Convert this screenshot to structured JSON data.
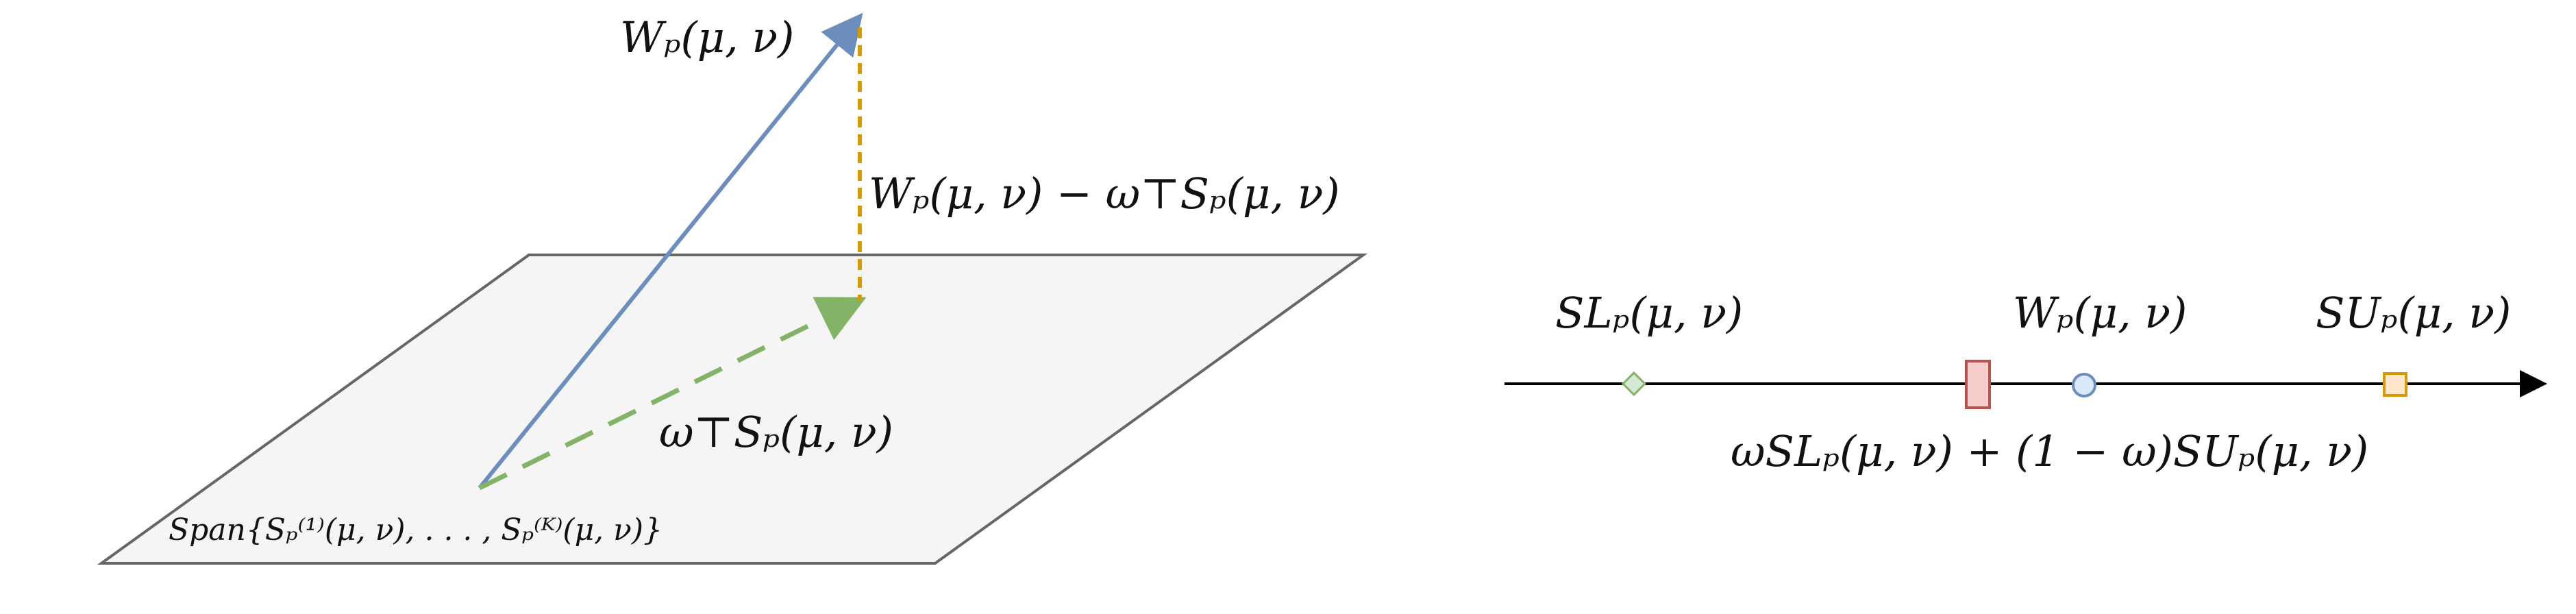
{
  "left_diagram": {
    "wp_label": "Wₚ(μ, ν)",
    "residual_label": "Wₚ(μ, ν) − ω⊤Sₚ(μ, ν)",
    "projection_label": "ω⊤Sₚ(μ, ν)",
    "plane_label": "Span{Sₚ⁽¹⁾(μ, ν), . . . , Sₚ⁽ᴷ⁾(μ, ν)}",
    "colors": {
      "wp_arrow": "#6c8ebf",
      "residual_line": "#d79b00",
      "projection_arrow": "#82b366",
      "plane_fill": "#f5f5f5",
      "plane_stroke": "#666666"
    }
  },
  "right_diagram": {
    "sl_label": "SLₚ(μ, ν)",
    "wp_label": "Wₚ(μ, ν)",
    "su_label": "SUₚ(μ, ν)",
    "combo_label": "ωSLₚ(μ, ν) + (1 − ω)SUₚ(μ, ν)",
    "colors": {
      "sl_marker": "#d5e8d4",
      "sl_marker_stroke": "#82b366",
      "combo_marker": "#f8cecc",
      "combo_marker_stroke": "#b85450",
      "wp_marker": "#dae8fc",
      "wp_marker_stroke": "#6c8ebf",
      "su_marker": "#ffe6cc",
      "su_marker_stroke": "#d79b00",
      "axis": "#000000"
    }
  }
}
